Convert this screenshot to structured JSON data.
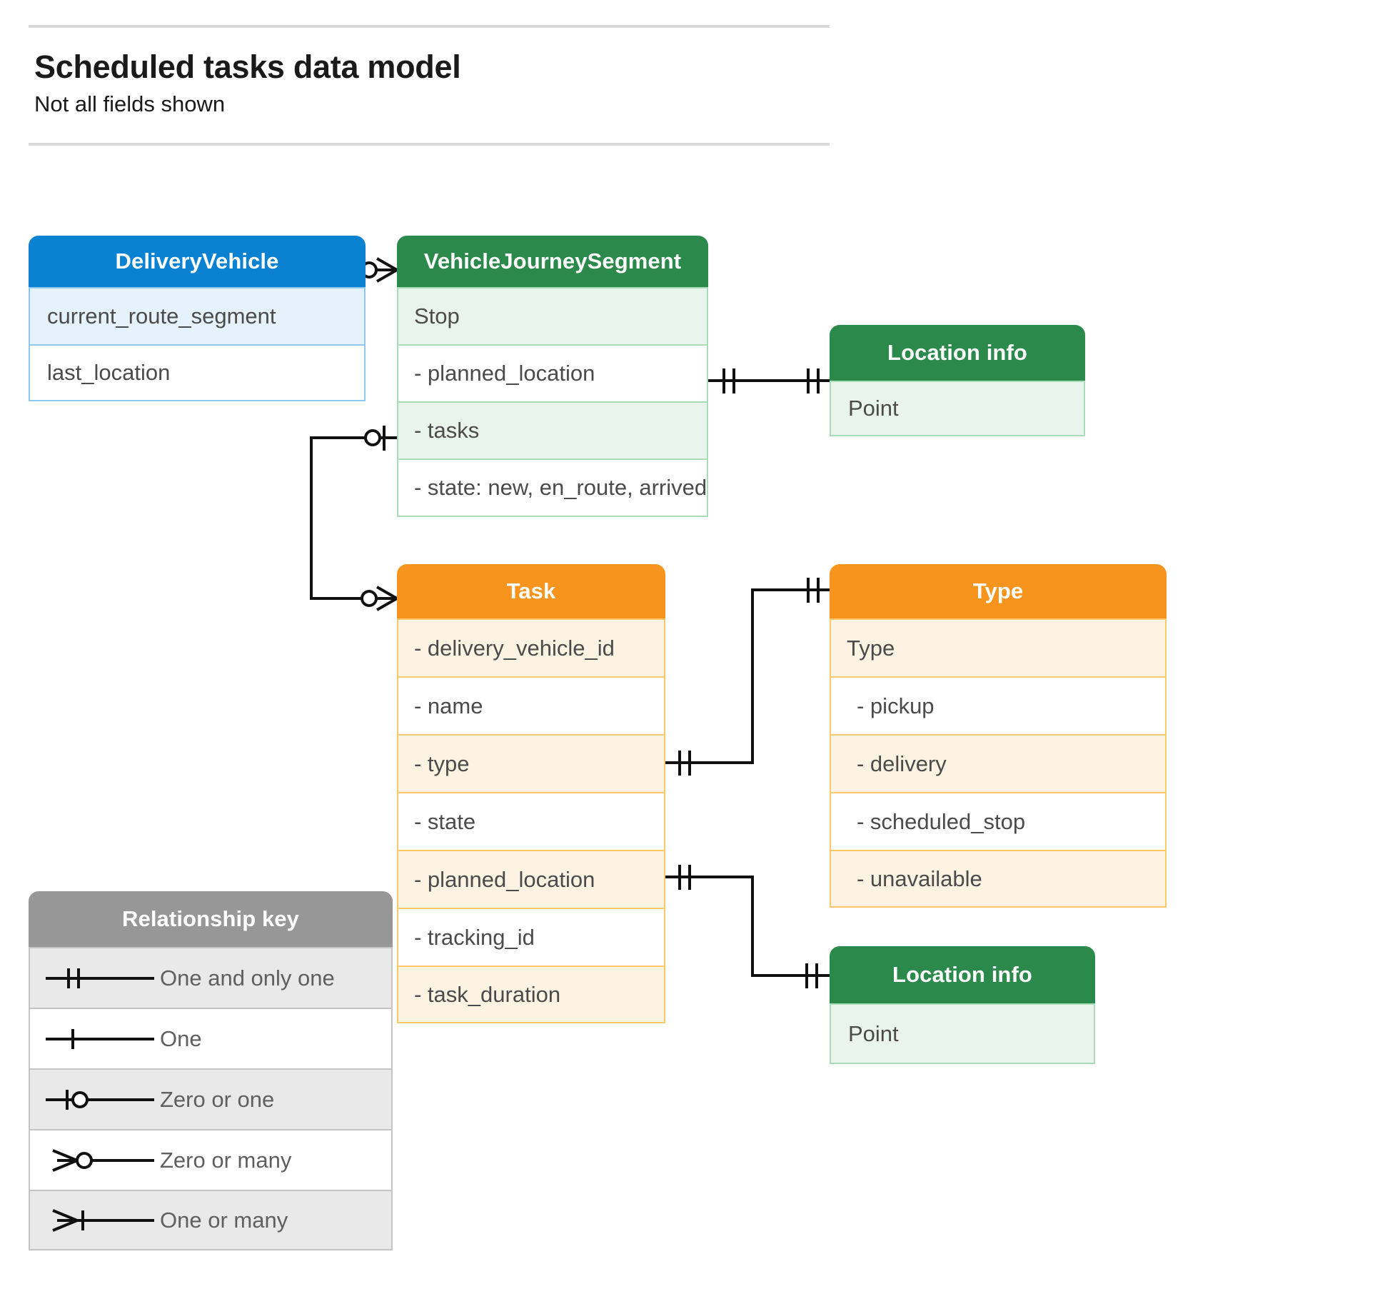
{
  "header": {
    "title": "Scheduled tasks data model",
    "subtitle": "Not all fields shown"
  },
  "colors": {
    "blue": "#0b81d1",
    "blue_row": "#e5f1fb",
    "blue_border": "#8fc9ef",
    "green": "#2b8a4b",
    "green_row": "#e9f4ec",
    "green_border": "#a9dcb9",
    "orange": "#f7941d",
    "orange_row": "#fdf3e3",
    "orange_border": "#fbc96b",
    "gray": "#979797",
    "gray_row": "#e9e9e9",
    "gray_border": "#c4c4c4",
    "line": "#111111",
    "text": "#4b4b4b"
  },
  "entities": {
    "delivery_vehicle": {
      "title": "DeliveryVehicle",
      "rows": [
        "current_route_segment",
        "last_location"
      ]
    },
    "vehicle_journey_segment": {
      "title": "VehicleJourneySegment",
      "rows": [
        "Stop",
        "-  planned_location",
        "- tasks",
        "- state: new, en_route, arrived"
      ]
    },
    "location_info_top": {
      "title": "Location info",
      "rows": [
        "Point"
      ]
    },
    "task": {
      "title": "Task",
      "rows": [
        "- delivery_vehicle_id",
        "- name",
        "- type",
        "- state",
        "- planned_location",
        "- tracking_id",
        "- task_duration"
      ]
    },
    "type": {
      "title": "Type",
      "rows": [
        "Type",
        "-  pickup",
        "-  delivery",
        "-  scheduled_stop",
        "-  unavailable"
      ]
    },
    "location_info_bottom": {
      "title": "Location info",
      "rows": [
        "Point"
      ]
    }
  },
  "legend": {
    "title": "Relationship key",
    "items": [
      {
        "symbol": "one-and-only-one",
        "label": "One and only one"
      },
      {
        "symbol": "one",
        "label": "One"
      },
      {
        "symbol": "zero-or-one",
        "label": "Zero or one"
      },
      {
        "symbol": "zero-or-many",
        "label": "Zero or many"
      },
      {
        "symbol": "one-or-many",
        "label": "One or many"
      }
    ]
  },
  "relationships": [
    {
      "from": "DeliveryVehicle",
      "to": "VehicleJourneySegment",
      "from_cardinality": "One",
      "to_cardinality": "Zero or many"
    },
    {
      "from": "VehicleJourneySegment.planned_location",
      "to": "Location info",
      "from_cardinality": "One and only one",
      "to_cardinality": "One and only one"
    },
    {
      "from": "VehicleJourneySegment.tasks",
      "to": "Task",
      "from_cardinality": "Zero or one",
      "to_cardinality": "Zero or many"
    },
    {
      "from": "Task.type",
      "to": "Type",
      "from_cardinality": "One and only one",
      "to_cardinality": "One and only one"
    },
    {
      "from": "Task.planned_location",
      "to": "Location info",
      "from_cardinality": "One and only one",
      "to_cardinality": "One and only one"
    }
  ]
}
